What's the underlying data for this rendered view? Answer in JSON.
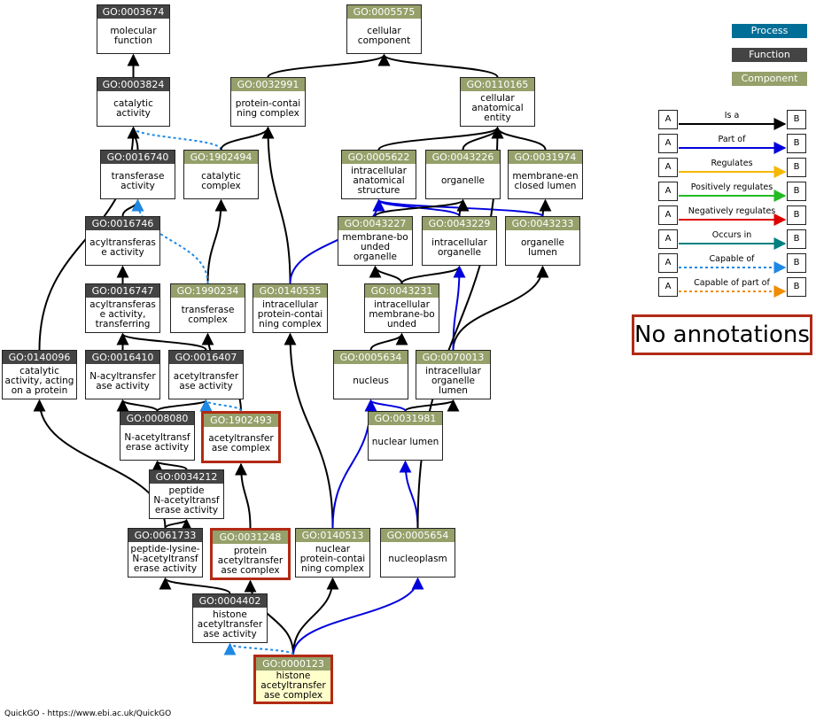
{
  "colors": {
    "process": "#006e96",
    "function": "#444444",
    "component": "#95a06a",
    "highlight": "#b22a15",
    "root_fill": "#ffffcc"
  },
  "legend": {
    "tags": [
      {
        "label": "Process",
        "color": "#006e96"
      },
      {
        "label": "Function",
        "color": "#444444"
      },
      {
        "label": "Component",
        "color": "#95a06a"
      }
    ],
    "box_a": "A",
    "box_b": "B",
    "relations": [
      {
        "label": "Is a",
        "color": "#000000",
        "dashed": false
      },
      {
        "label": "Part of",
        "color": "#0000dd",
        "dashed": false
      },
      {
        "label": "Regulates",
        "color": "#f5b800",
        "dashed": false
      },
      {
        "label": "Positively regulates",
        "color": "#22bb22",
        "dashed": false
      },
      {
        "label": "Negatively regulates",
        "color": "#dd0000",
        "dashed": false
      },
      {
        "label": "Occurs in",
        "color": "#008080",
        "dashed": false
      },
      {
        "label": "Capable of",
        "color": "#1e88e5",
        "dashed": true
      },
      {
        "label": "Capable of part of",
        "color": "#f08c00",
        "dashed": true
      }
    ]
  },
  "no_annotations": "No annotations",
  "footer": "QuickGO - https://www.ebi.ac.uk/QuickGO",
  "nodes": [
    {
      "id": "GO:0003674",
      "lines": [
        "molecular",
        "function"
      ],
      "kind": "function"
    },
    {
      "id": "GO:0005575",
      "lines": [
        "cellular",
        "component"
      ],
      "kind": "component"
    },
    {
      "id": "GO:0003824",
      "lines": [
        "catalytic",
        "activity"
      ],
      "kind": "function"
    },
    {
      "id": "GO:0032991",
      "lines": [
        "protein-contai",
        "ning complex"
      ],
      "kind": "component"
    },
    {
      "id": "GO:0110165",
      "lines": [
        "cellular",
        "anatomical",
        "entity"
      ],
      "kind": "component"
    },
    {
      "id": "GO:0016740",
      "lines": [
        "transferase",
        "activity"
      ],
      "kind": "function"
    },
    {
      "id": "GO:1902494",
      "lines": [
        "catalytic",
        "complex"
      ],
      "kind": "component"
    },
    {
      "id": "GO:0005622",
      "lines": [
        "intracellular",
        "anatomical",
        "structure"
      ],
      "kind": "component"
    },
    {
      "id": "GO:0043226",
      "lines": [
        "organelle"
      ],
      "kind": "component"
    },
    {
      "id": "GO:0031974",
      "lines": [
        "membrane-en",
        "closed lumen"
      ],
      "kind": "component"
    },
    {
      "id": "GO:0016746",
      "lines": [
        "acyltransferas",
        "e activity"
      ],
      "kind": "function"
    },
    {
      "id": "GO:0043227",
      "lines": [
        "membrane-bo",
        "unded",
        "organelle"
      ],
      "kind": "component"
    },
    {
      "id": "GO:0043229",
      "lines": [
        "intracellular",
        "organelle"
      ],
      "kind": "component"
    },
    {
      "id": "GO:0043233",
      "lines": [
        "organelle",
        "lumen"
      ],
      "kind": "component"
    },
    {
      "id": "GO:0016747",
      "lines": [
        "acyltransferas",
        "e activity,",
        "transferring"
      ],
      "kind": "function"
    },
    {
      "id": "GO:1990234",
      "lines": [
        "transferase",
        "complex"
      ],
      "kind": "component"
    },
    {
      "id": "GO:0140535",
      "lines": [
        "intracellular",
        "protein-contai",
        "ning complex"
      ],
      "kind": "component"
    },
    {
      "id": "GO:0043231",
      "lines": [
        "intracellular",
        "membrane-bo",
        "unded"
      ],
      "kind": "component"
    },
    {
      "id": "GO:0140096",
      "lines": [
        "catalytic",
        "activity, acting",
        "on a protein"
      ],
      "kind": "function"
    },
    {
      "id": "GO:0016410",
      "lines": [
        "N-acyltransfer",
        "ase activity"
      ],
      "kind": "function"
    },
    {
      "id": "GO:0016407",
      "lines": [
        "acetyltransfer",
        "ase activity"
      ],
      "kind": "function"
    },
    {
      "id": "GO:0005634",
      "lines": [
        "nucleus"
      ],
      "kind": "component"
    },
    {
      "id": "GO:0070013",
      "lines": [
        "intracellular",
        "organelle",
        "lumen"
      ],
      "kind": "component"
    },
    {
      "id": "GO:0008080",
      "lines": [
        "N-acetyltransf",
        "erase activity"
      ],
      "kind": "function"
    },
    {
      "id": "GO:1902493",
      "lines": [
        "acetyltransfer",
        "ase complex"
      ],
      "kind": "component",
      "highlight": true
    },
    {
      "id": "GO:0031981",
      "lines": [
        "nuclear lumen"
      ],
      "kind": "component"
    },
    {
      "id": "GO:0034212",
      "lines": [
        "peptide",
        "N-acetyltransf",
        "erase activity"
      ],
      "kind": "function"
    },
    {
      "id": "GO:0061733",
      "lines": [
        "peptide-lysine-",
        "N-acetyltransf",
        "erase activity"
      ],
      "kind": "function"
    },
    {
      "id": "GO:0031248",
      "lines": [
        "protein",
        "acetyltransfer",
        "ase complex"
      ],
      "kind": "component",
      "highlight": true
    },
    {
      "id": "GO:0140513",
      "lines": [
        "nuclear",
        "protein-contai",
        "ning complex"
      ],
      "kind": "component"
    },
    {
      "id": "GO:0005654",
      "lines": [
        "nucleoplasm"
      ],
      "kind": "component"
    },
    {
      "id": "GO:0004402",
      "lines": [
        "histone",
        "acetyltransfer",
        "ase activity"
      ],
      "kind": "function"
    },
    {
      "id": "GO:0000123",
      "lines": [
        "histone",
        "acetyltransfer",
        "ase complex"
      ],
      "kind": "component",
      "highlight": true,
      "root": true
    }
  ],
  "edges": [
    {
      "from": "GO:0003824",
      "to": "GO:0003674",
      "type": "is_a"
    },
    {
      "from": "GO:0032991",
      "to": "GO:0005575",
      "type": "is_a"
    },
    {
      "from": "GO:0110165",
      "to": "GO:0005575",
      "type": "is_a"
    },
    {
      "from": "GO:0016740",
      "to": "GO:0003824",
      "type": "is_a"
    },
    {
      "from": "GO:1902494",
      "to": "GO:0003824",
      "type": "capable_of"
    },
    {
      "from": "GO:1902494",
      "to": "GO:0032991",
      "type": "is_a"
    },
    {
      "from": "GO:0140096",
      "to": "GO:0003824",
      "type": "is_a"
    },
    {
      "from": "GO:0005622",
      "to": "GO:0110165",
      "type": "is_a"
    },
    {
      "from": "GO:0043226",
      "to": "GO:0110165",
      "type": "is_a"
    },
    {
      "from": "GO:0031974",
      "to": "GO:0110165",
      "type": "is_a"
    },
    {
      "from": "GO:0016746",
      "to": "GO:0016740",
      "type": "is_a"
    },
    {
      "from": "GO:1990234",
      "to": "GO:1902494",
      "type": "is_a"
    },
    {
      "from": "GO:1990234",
      "to": "GO:0016740",
      "type": "capable_of"
    },
    {
      "from": "GO:0043229",
      "to": "GO:0005622",
      "type": "part_of"
    },
    {
      "from": "GO:0043229",
      "to": "GO:0043226",
      "type": "is_a"
    },
    {
      "from": "GO:0043233",
      "to": "GO:0031974",
      "type": "is_a"
    },
    {
      "from": "GO:0043233",
      "to": "GO:0005622",
      "type": "part_of"
    },
    {
      "from": "GO:0043227",
      "to": "GO:0043226",
      "type": "is_a"
    },
    {
      "from": "GO:0016747",
      "to": "GO:0016746",
      "type": "is_a"
    },
    {
      "from": "GO:0140535",
      "to": "GO:0032991",
      "type": "is_a"
    },
    {
      "from": "GO:0140535",
      "to": "GO:0005622",
      "type": "part_of"
    },
    {
      "from": "GO:0043231",
      "to": "GO:0043227",
      "type": "is_a"
    },
    {
      "from": "GO:0043231",
      "to": "GO:0043229",
      "type": "is_a"
    },
    {
      "from": "GO:0016410",
      "to": "GO:0016747",
      "type": "is_a"
    },
    {
      "from": "GO:0016407",
      "to": "GO:0016747",
      "type": "is_a"
    },
    {
      "from": "GO:0005634",
      "to": "GO:0043231",
      "type": "is_a"
    },
    {
      "from": "GO:0070013",
      "to": "GO:0043233",
      "type": "is_a"
    },
    {
      "from": "GO:0070013",
      "to": "GO:0043229",
      "type": "part_of"
    },
    {
      "from": "GO:0008080",
      "to": "GO:0016410",
      "type": "is_a"
    },
    {
      "from": "GO:0008080",
      "to": "GO:0016407",
      "type": "is_a"
    },
    {
      "from": "GO:1902493",
      "to": "GO:1990234",
      "type": "is_a"
    },
    {
      "from": "GO:1902493",
      "to": "GO:0016407",
      "type": "capable_of"
    },
    {
      "from": "GO:0031981",
      "to": "GO:0070013",
      "type": "is_a"
    },
    {
      "from": "GO:0031981",
      "to": "GO:0005634",
      "type": "part_of"
    },
    {
      "from": "GO:0034212",
      "to": "GO:0008080",
      "type": "is_a"
    },
    {
      "from": "GO:0061733",
      "to": "GO:0034212",
      "type": "is_a"
    },
    {
      "from": "GO:0061733",
      "to": "GO:0140096",
      "type": "is_a"
    },
    {
      "from": "GO:0031248",
      "to": "GO:1902493",
      "type": "is_a"
    },
    {
      "from": "GO:0140513",
      "to": "GO:0140535",
      "type": "is_a"
    },
    {
      "from": "GO:0140513",
      "to": "GO:0005634",
      "type": "part_of"
    },
    {
      "from": "GO:0005654",
      "to": "GO:0031981",
      "type": "part_of"
    },
    {
      "from": "GO:0005654",
      "to": "GO:0110165",
      "type": "is_a"
    },
    {
      "from": "GO:0004402",
      "to": "GO:0061733",
      "type": "is_a"
    },
    {
      "from": "GO:0000123",
      "to": "GO:0031248",
      "type": "is_a"
    },
    {
      "from": "GO:0000123",
      "to": "GO:0140513",
      "type": "is_a"
    },
    {
      "from": "GO:0000123",
      "to": "GO:0005654",
      "type": "part_of"
    },
    {
      "from": "GO:0000123",
      "to": "GO:0004402",
      "type": "capable_of"
    }
  ]
}
